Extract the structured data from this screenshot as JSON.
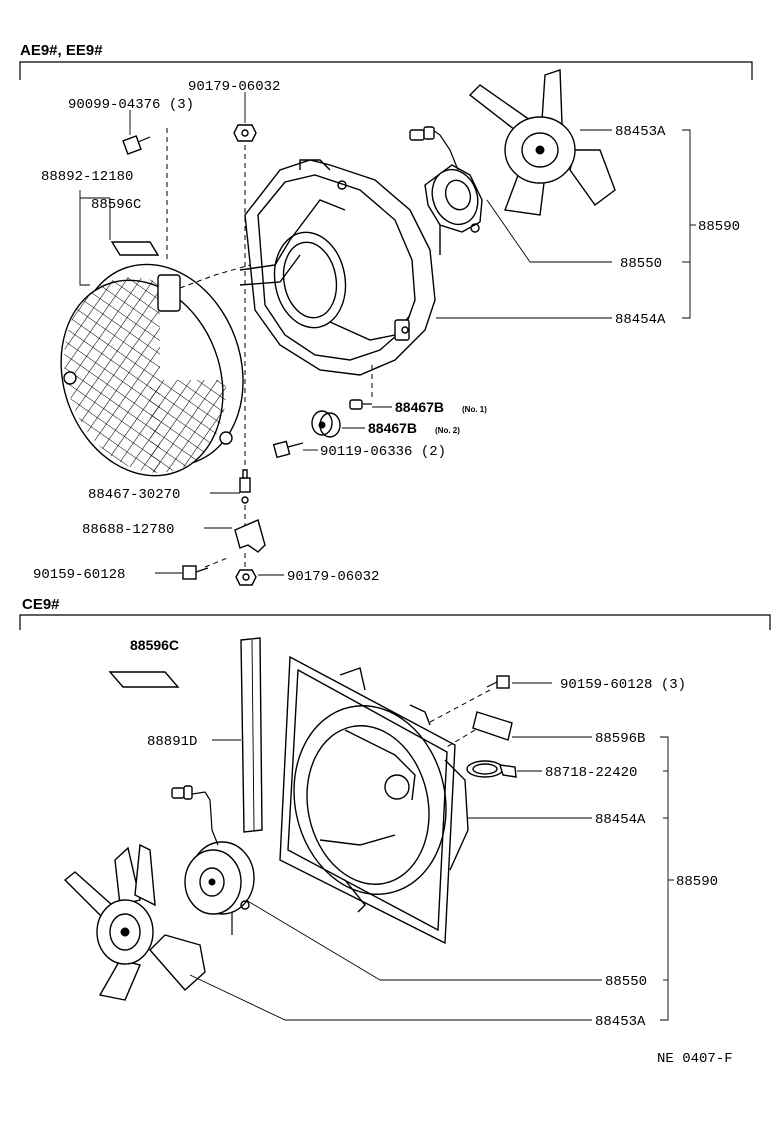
{
  "sections": {
    "top": "AE9#, EE9#",
    "bottom": "CE9#"
  },
  "labels": {
    "t_90179_06032_a": "90179-06032",
    "t_90099_04376": "90099-04376 (3)",
    "t_88892_12180": "88892-12180",
    "t_88596c_a": "88596C",
    "t_88453a_a": "88453A",
    "t_88590_a": "88590",
    "t_88550_a": "88550",
    "t_88454a_a": "88454A",
    "t_88467b_1": "88467B",
    "t_88467b_1_sub": "(No. 1)",
    "t_88467b_2": "88467B",
    "t_88467b_2_sub": "(No. 2)",
    "t_90119_06336": "90119-06336 (2)",
    "t_88467_30270": "88467-30270",
    "t_88688_12780": "88688-12780",
    "t_90159_60128_a": "90159-60128",
    "t_90179_06032_b": "90179-06032",
    "t_88596c_b": "88596C",
    "t_90159_60128_b": "90159-60128 (3)",
    "t_88891d": "88891D",
    "t_88596b": "88596B",
    "t_88718_22420": "88718-22420",
    "t_88454a_b": "88454A",
    "t_88590_b": "88590",
    "t_88550_b": "88550",
    "t_88453a_b": "88453A",
    "t_ref": "NE 0407-F"
  }
}
